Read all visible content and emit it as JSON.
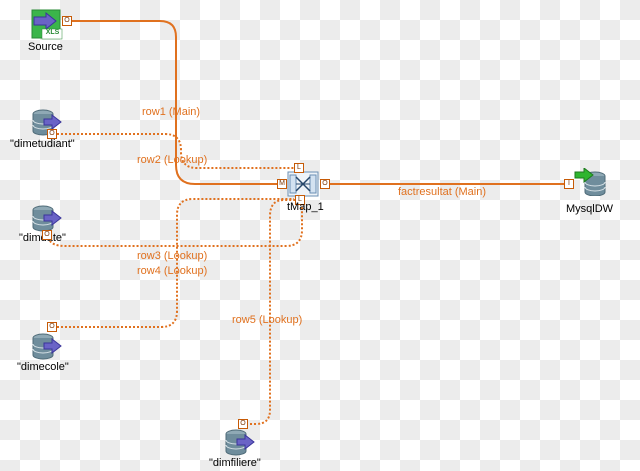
{
  "components": {
    "source": {
      "label": "Source",
      "icon": "excel-input-icon",
      "badge": "XLS"
    },
    "dimetudiant": {
      "label": "\"dimetudiant\"",
      "icon": "database-input-icon"
    },
    "dimdate": {
      "label": "\"dimdate\"",
      "icon": "database-input-icon"
    },
    "dimecole": {
      "label": "\"dimecole\"",
      "icon": "database-input-icon"
    },
    "dimfiliere": {
      "label": "\"dimfiliere\"",
      "icon": "database-input-icon"
    },
    "tmap": {
      "label": "tMap_1",
      "icon": "tmap-icon"
    },
    "mysqldw": {
      "label": "MysqlDW",
      "icon": "database-output-icon"
    }
  },
  "connectors": {
    "output": "O",
    "main": "M",
    "lookup": "L",
    "input": "I"
  },
  "flows": {
    "row1": "row1 (Main)",
    "row2": "row2 (Lookup)",
    "row3": "row3 (Lookup)",
    "row4": "row4 (Lookup)",
    "row5": "row5 (Lookup)",
    "factresultat": "factresultat (Main)"
  },
  "colors": {
    "flow": "#e0711f",
    "connector_border": "#c65a06",
    "db_body": "#6f8d9c",
    "arrow_input": "#6a63c6",
    "arrow_output": "#2fb52f",
    "excel_green": "#3bb54a"
  }
}
